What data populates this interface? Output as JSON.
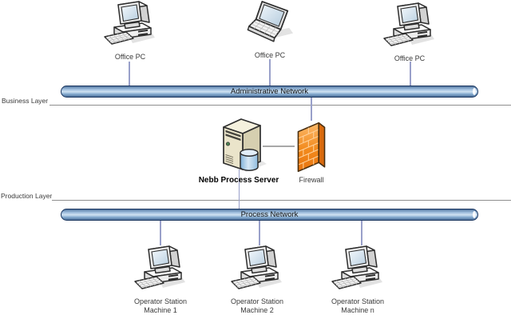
{
  "layers": {
    "business": {
      "label": "Business Layer"
    },
    "production": {
      "label": "Production Layer"
    }
  },
  "networks": {
    "administrative": {
      "label": "Administrative Network"
    },
    "process": {
      "label": "Process Network"
    }
  },
  "nodes": {
    "office_pcs": [
      {
        "label": "Office PC",
        "device": "desktop-pc"
      },
      {
        "label": "Office PC",
        "device": "laptop"
      },
      {
        "label": "Office PC",
        "device": "desktop-pc"
      }
    ],
    "server": {
      "label": "Nebb Process Server"
    },
    "firewall": {
      "label": "Firewall"
    },
    "operator_stations": [
      {
        "line1": "Operator Station",
        "line2": "Machine 1"
      },
      {
        "line1": "Operator Station",
        "line2": "Machine 2"
      },
      {
        "line1": "Operator Station",
        "line2": "Machine n"
      }
    ]
  },
  "colors": {
    "network_bar_border": "#16325c",
    "network_bar_fill_light": "#cfe2f2",
    "network_bar_fill_dark": "#54779f",
    "connector_vertical": "#99a0ca",
    "connector_horizontal": "#a8a8a8",
    "layer_line": "#8f8f8f",
    "firewall_orange": "#f28a1c",
    "server_beige": "#eae4ca",
    "label_text": "#3a3a3a"
  }
}
